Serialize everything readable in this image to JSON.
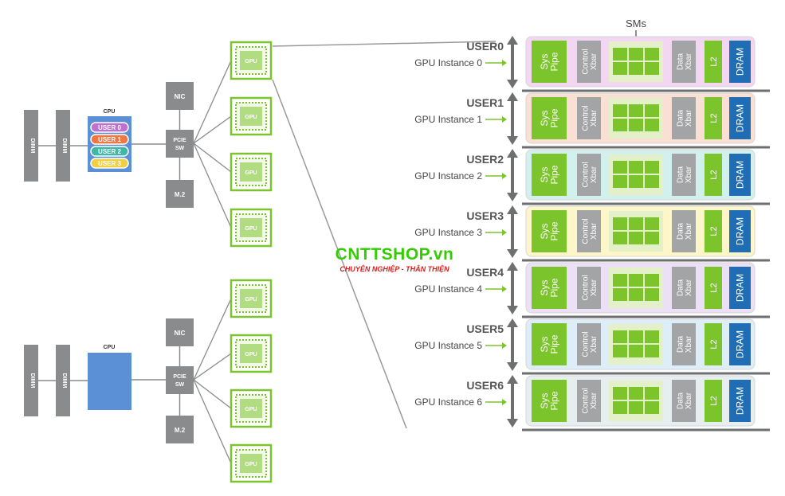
{
  "host_top": {
    "dimm_label": "DIMM",
    "cpu_label": "CPU",
    "users": [
      {
        "label": "USER 0",
        "color": "#c070d0"
      },
      {
        "label": "USER 1",
        "color": "#f07840"
      },
      {
        "label": "USER 2",
        "color": "#40b8a8"
      },
      {
        "label": "USER 3",
        "color": "#f0d040"
      }
    ],
    "nic_label": "NIC",
    "pcie_label": "PCIE SW",
    "m2_label": "M.2",
    "gpu_label": "GPU"
  },
  "host_bottom": {
    "dimm_label": "DIMM",
    "cpu_label": "CPU",
    "nic_label": "NIC",
    "pcie_label": "PCIE SW",
    "m2_label": "M.2",
    "gpu_label": "GPU"
  },
  "sms_label": "SMs",
  "instances": [
    {
      "user": "USER0",
      "instance": "GPU Instance 0",
      "tint": "#f3d6f2"
    },
    {
      "user": "USER1",
      "instance": "GPU Instance 1",
      "tint": "#fae0d4"
    },
    {
      "user": "USER2",
      "instance": "GPU Instance 2",
      "tint": "#d2f0ee"
    },
    {
      "user": "USER3",
      "instance": "GPU Instance 3",
      "tint": "#fdf6c8"
    },
    {
      "user": "USER4",
      "instance": "GPU Instance 4",
      "tint": "#ebe0f5"
    },
    {
      "user": "USER5",
      "instance": "GPU Instance 5",
      "tint": "#ddeef8"
    },
    {
      "user": "USER6",
      "instance": "GPU Instance 6",
      "tint": "#e6eef0"
    }
  ],
  "slice_labels": {
    "sys_pipe": "Sys Pipe",
    "control_xbar": "Control Xbar",
    "data_xbar": "Data Xbar",
    "l2": "L2",
    "dram": "DRAM"
  },
  "colors": {
    "gpu_green": "#7cc42c",
    "gray": "#999a9c",
    "dark_gray": "#6e6f71",
    "dram_blue": "#1f6eb5",
    "cpu_blue": "#5b8fd6",
    "arrow_green": "#7cc42c"
  },
  "watermark": {
    "main": "CNTTSHOP.vn",
    "sub": "CHUYÊN NGHIỆP - THÂN THIỆN"
  }
}
